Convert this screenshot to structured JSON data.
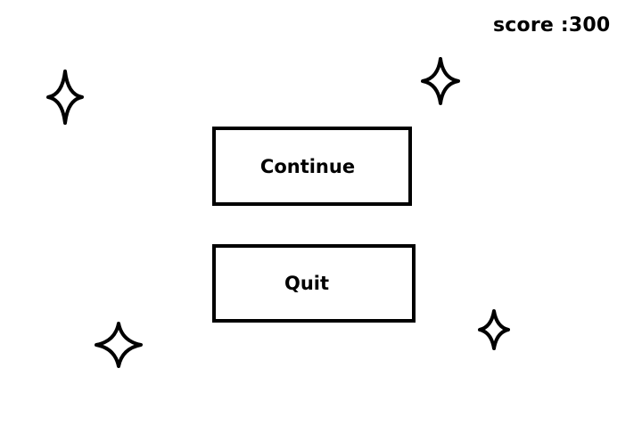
{
  "hud": {
    "score_label": "score :300"
  },
  "menu": {
    "continue_label": "Continue",
    "quit_label": "Quit"
  },
  "decorations": {
    "icon": "sparkle-star-icon",
    "count": 4
  },
  "colors": {
    "background": "#ffffff",
    "ink": "#000000"
  }
}
